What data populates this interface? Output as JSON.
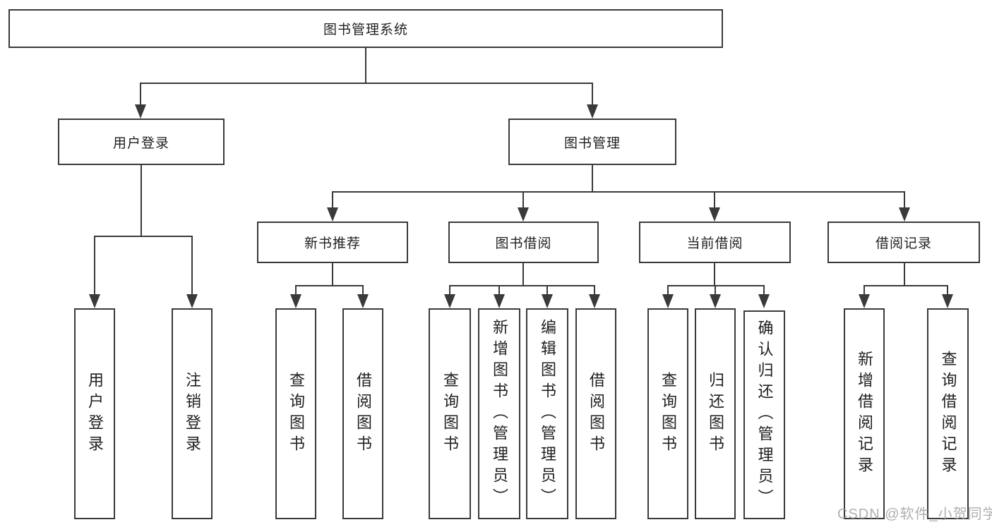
{
  "nodes": {
    "root": {
      "label": "图书管理系统"
    },
    "user_login": {
      "label": "用户登录"
    },
    "book_mgmt": {
      "label": "图书管理"
    },
    "new_book_rec": {
      "label": "新书推荐"
    },
    "book_borrow": {
      "label": "图书借阅"
    },
    "current_borrow": {
      "label": "当前借阅"
    },
    "borrow_record": {
      "label": "借阅记录"
    },
    "leaf_user_login": {
      "label": "用户登录"
    },
    "leaf_logout": {
      "label": "注销登录"
    },
    "leaf_nbr_query": {
      "label": "查询图书"
    },
    "leaf_nbr_borrow": {
      "label": "借阅图书"
    },
    "leaf_bb_query": {
      "label": "查询图书"
    },
    "leaf_bb_add": {
      "label": "新增图书（管理员）"
    },
    "leaf_bb_edit": {
      "label": "编辑图书（管理员）"
    },
    "leaf_bb_borrow": {
      "label": "借阅图书"
    },
    "leaf_cb_query": {
      "label": "查询图书"
    },
    "leaf_cb_return": {
      "label": "归还图书"
    },
    "leaf_cb_confirm": {
      "label": "确认归还（管理员）"
    },
    "leaf_br_add": {
      "label": "新增借阅记录"
    },
    "leaf_br_query": {
      "label": "查询借阅记录"
    }
  },
  "watermark": "CSDN @软件_小贺同学",
  "colors": {
    "line": "#3a3a3a",
    "text": "#1f1f1f",
    "watermark": "#9e9e9e",
    "background": "#ffffff"
  }
}
